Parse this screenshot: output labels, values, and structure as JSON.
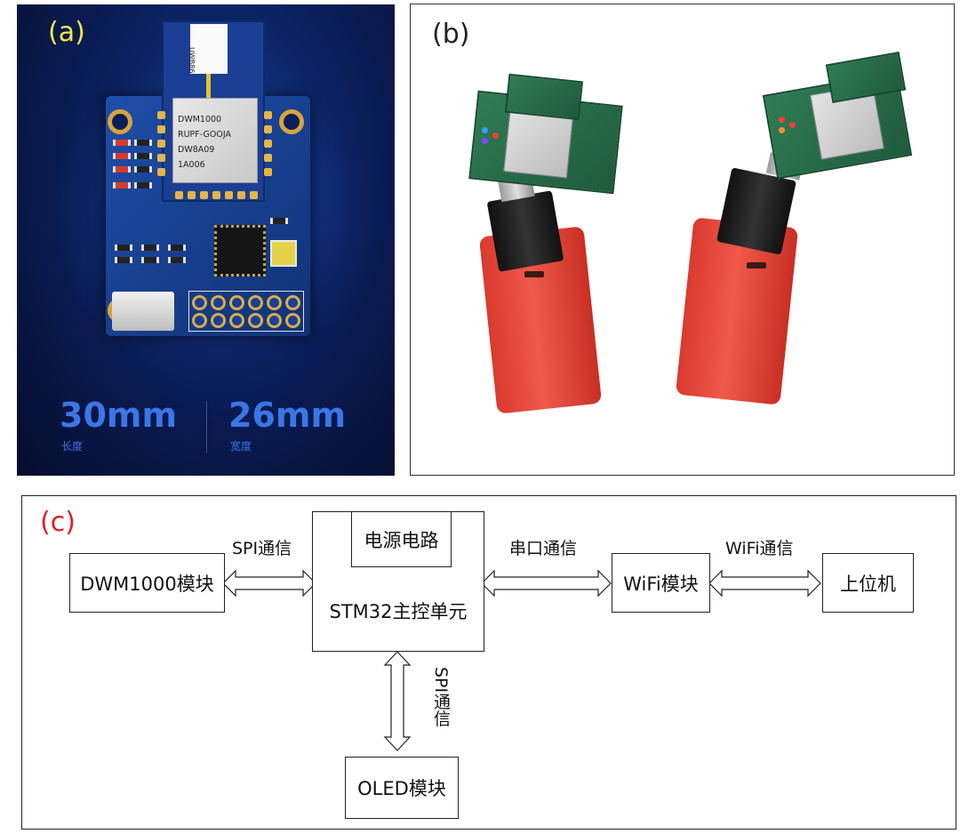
{
  "panel_a": {
    "label": "(a)",
    "antenna_marking": "UWB86",
    "module_marking": [
      "DWM1000",
      "RUPF-GOOJA",
      "DW8A09",
      "1A006"
    ],
    "length_value": "30mm",
    "length_caption": "长度",
    "width_value": "26mm",
    "width_caption": "宽度"
  },
  "panel_b": {
    "label": "(b)"
  },
  "panel_c": {
    "label": "(c)",
    "nodes": {
      "dwm1000": "DWM1000模块",
      "power": "电源电路",
      "mcu": "STM32主控单元",
      "wifi": "WiFi模块",
      "host": "上位机",
      "oled": "OLED模块"
    },
    "edges": {
      "dwm_mcu": "SPI通信",
      "mcu_wifi": "串口通信",
      "wifi_host": "WiFi通信",
      "mcu_oled": "SPI通信"
    }
  },
  "colors": {
    "label_a": "#f2e84a",
    "label_c": "#e02020",
    "dimension_text": "#3a76e8"
  }
}
